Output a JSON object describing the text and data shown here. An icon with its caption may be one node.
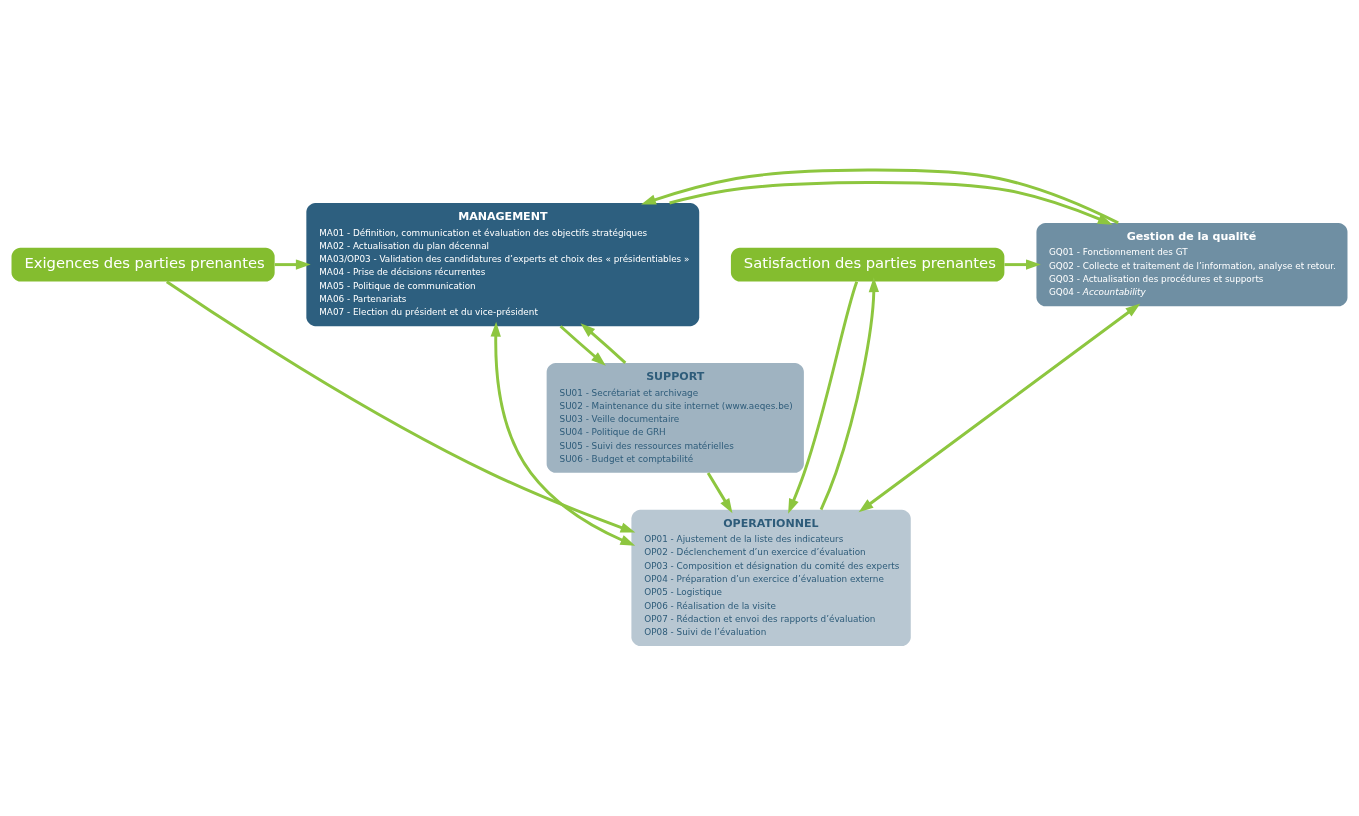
{
  "diagram": {
    "nodes": [
      {
        "text": [
          "Exigences des parties prenantes"
        ]
      },
      {
        "text": [
          "MANAGEMENT",
          "MA01 - Définition, communication et évaluation des objectifs stratégiques",
          "MA02 - Actualisation du plan décennal",
          "MA03/OP03 - Validation des candidatures d’experts et choix des « présidentiables »",
          "MA04 - Prise de décisions récurrentes",
          "MA05 - Politique de communication",
          "MA06 - Partenariats",
          "MA07 - Election du président et du vice-président"
        ]
      },
      {
        "text": [
          "Gestion de la qualité",
          "GQ01 - Fonctionnement des GT",
          "GQ02 - Collecte et traitement de l’information, analyse et retour.",
          "GQ03 - Actualisation des procédures et supports",
          "GQ04 - *Accountability*"
        ]
      },
      {
        "text": [
          "SUPPORT",
          "SU01 - Secrétariat et archivage",
          "SU02 - Maintenance du site internet (www.aeqes.be)",
          "SU03 - Veille documentaire",
          "SU04 - Politique de GRH",
          "SU05 - Suivi des ressources matérielles",
          "SU06 - Budget et comptabilité"
        ]
      },
      {
        "text": [
          "OPERATIONNEL",
          "OP01 - Ajustement de la liste des indicateurs",
          "OP02 - Déclenchement d’un exercice d’évaluation",
          "OP03 - Composition et désignation du comité des experts",
          "OP04 - Préparation d’un exercice d’évaluation externe",
          "OP05 - Logistique",
          "OP06 - Réalisation de la visite",
          "OP07 - Rédaction et envoi des rapports d’évaluation",
          "OP08 - Suivi de l’évaluation"
        ]
      },
      {
        "text": [
          "Satisfaction des parties prenantes"
        ]
      }
    ],
    "edges": [
      {
        "from": 0,
        "to": 1,
        "arrow": "to"
      },
      {
        "from": 0,
        "to": 4,
        "arrow": "to"
      },
      {
        "from": 1,
        "to": 4,
        "arrow": "both"
      },
      {
        "from": 1,
        "to": 2,
        "arrow": "to"
      },
      {
        "from": 2,
        "to": 1,
        "arrow": "to"
      },
      {
        "from": 3,
        "to": 1,
        "arrow": "to"
      },
      {
        "from": 1,
        "to": 3,
        "arrow": "to"
      },
      {
        "from": 3,
        "to": 4,
        "arrow": "to"
      },
      {
        "from": 5,
        "to": 2,
        "arrow": "to"
      },
      {
        "from": 2,
        "to": 4,
        "arrow": "both"
      },
      {
        "from": 4,
        "to": 5,
        "arrow": "to"
      },
      {
        "from": 5,
        "to": 4,
        "arrow": "to"
      }
    ]
  }
}
